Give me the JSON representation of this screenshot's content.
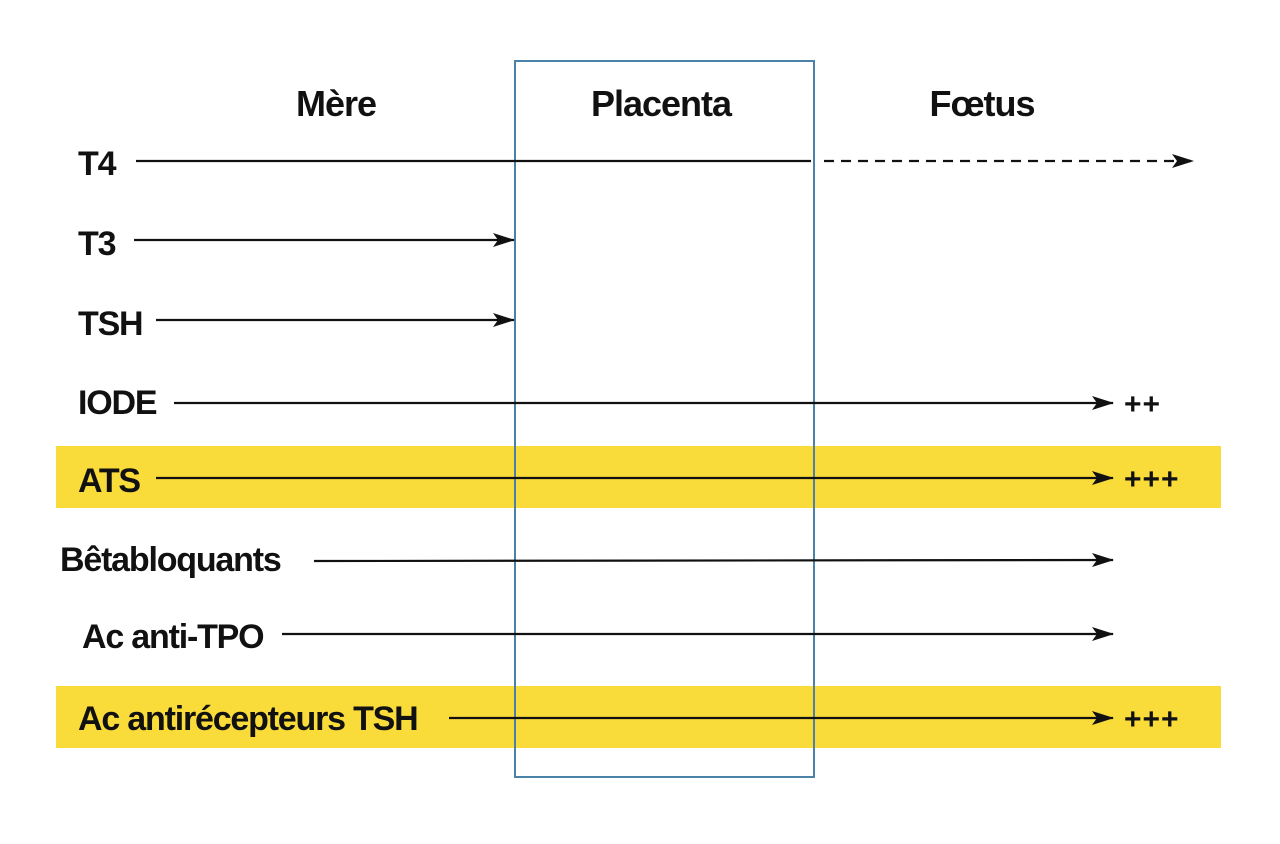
{
  "columns": {
    "mother": "Mère",
    "placenta": "Placenta",
    "fetus": "Fœtus"
  },
  "colors": {
    "highlight": "#F9DC3A",
    "placenta_border": "#4A82A8",
    "text": "#111111",
    "arrow": "#111111"
  },
  "rows": [
    {
      "label": "T4",
      "passage": "partial",
      "marker": "",
      "highlight": false
    },
    {
      "label": "T3",
      "passage": "blocked",
      "marker": "",
      "highlight": false
    },
    {
      "label": "TSH",
      "passage": "blocked",
      "marker": "",
      "highlight": false
    },
    {
      "label": "IODE",
      "passage": "full",
      "marker": "++",
      "highlight": false
    },
    {
      "label": "ATS",
      "passage": "full",
      "marker": "+++",
      "highlight": true
    },
    {
      "label": "Bêtabloquants",
      "passage": "full",
      "marker": "",
      "highlight": false
    },
    {
      "label": "Ac anti-TPO",
      "passage": "full",
      "marker": "",
      "highlight": false
    },
    {
      "label": "Ac antirécepteurs TSH",
      "passage": "full",
      "marker": "+++",
      "highlight": true
    }
  ]
}
